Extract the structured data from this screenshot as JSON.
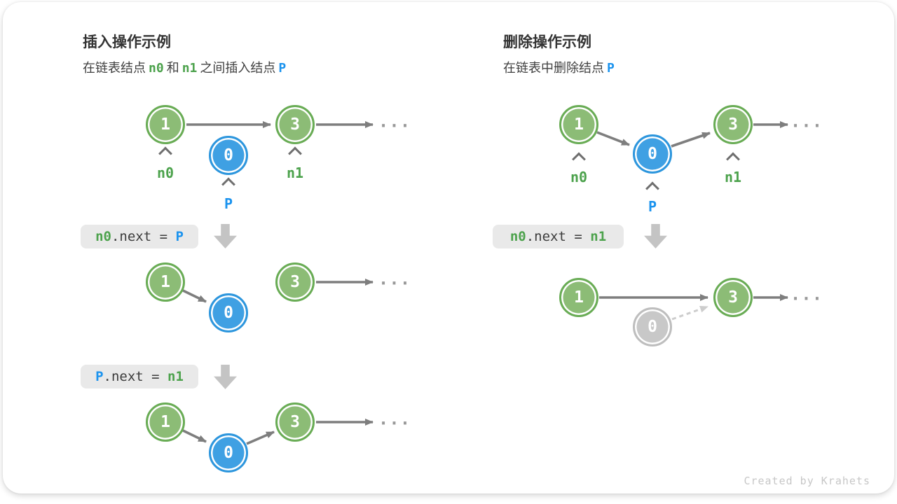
{
  "insert_panel": {
    "title": "插入操作示例",
    "subtitle": {
      "t1": "在链表结点",
      "n0": "n0",
      "t2": "和",
      "n1": "n1",
      "t3": "之间插入结点",
      "p": "P"
    },
    "code1": {
      "a": "n0",
      "mid": ".next = ",
      "b": "P"
    },
    "code2": {
      "a": "P",
      "mid": ".next = ",
      "b": "n1"
    }
  },
  "delete_panel": {
    "title": "删除操作示例",
    "subtitle": {
      "t1": "在链表中删除结点",
      "p": "P"
    },
    "code1": {
      "a": "n0",
      "mid": ".next = ",
      "b": "n1"
    }
  },
  "d": {
    "ins1": {
      "a": "1",
      "b": "0",
      "c": "3"
    },
    "ins2": {
      "a": "1",
      "b": "0",
      "c": "3"
    },
    "ins3": {
      "a": "1",
      "b": "0",
      "c": "3"
    },
    "del1": {
      "a": "1",
      "b": "0",
      "c": "3"
    },
    "del2": {
      "a": "1",
      "b": "0",
      "c": "3"
    }
  },
  "labels": {
    "n0": "n0",
    "n1": "n1",
    "p": "P"
  },
  "ellipsis": "...",
  "footer": "Created by Krahets",
  "colors": {
    "accent_green": "#4ca24c",
    "accent_blue": "#1b93ee",
    "node_green_fill": "#8cbc76",
    "node_green_ring": "#69ac55",
    "node_blue_fill": "#3fa0e3",
    "node_blue_ring": "#2d96dd",
    "node_gray_fill": "#c8c8c8",
    "node_gray_ring": "#bebebe",
    "arrow_gray": "#7e7e7e",
    "dashed_gray": "#cdcdcd",
    "code_bg": "#e9e9e9",
    "down_arrow": "#c4c4c4"
  }
}
